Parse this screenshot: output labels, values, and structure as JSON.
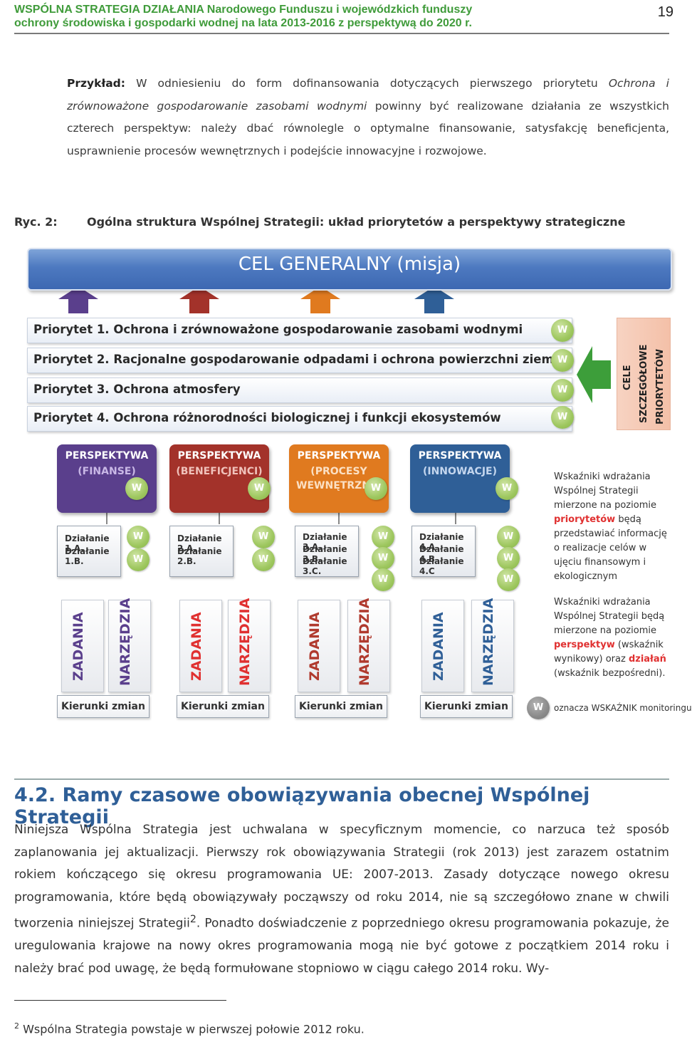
{
  "header": {
    "line1": "WSPÓLNA STRATEGIA DZIAŁANIA Narodowego Funduszu i wojewódzkich funduszy",
    "line2": "ochrony środowiska i gospodarki wodnej na lata 2013-2016 z perspektywą do 2020 r.",
    "page_number": "19"
  },
  "example": {
    "label": "Przykład:",
    "text1": " W odniesieniu do form dofinansowania dotyczących pierwszego priorytetu ",
    "italic": "Ochrona i zrównoważone gospodarowanie zasobami wodnymi",
    "text2": " powinny być realizowane działania ze wszystkich czterech perspektyw: należy dbać równolegle o optymalne finansowanie, satysfakcję beneficjenta, usprawnienie procesów wewnętrznych i podejście innowacyjne i rozwojowe."
  },
  "figure": {
    "label": "Ryc. 2:",
    "caption": "Ogólna struktura Wspólnej Strategii: układ priorytetów a perspektywy strategiczne",
    "goal": "CEL GENERALNY (misja)",
    "w": "W",
    "priorities": [
      "Priorytet 1. Ochrona i zrównoważone gospodarowanie zasobami wodnymi",
      "Priorytet 2. Racjonalne gospodarowanie odpadami i ochrona powierzchni ziemi",
      "Priorytet 3. Ochrona atmosfery",
      "Priorytet 4. Ochrona różnorodności biologicznej i funkcji ekosystemów"
    ],
    "cele": [
      "CELE",
      "SZCZEGÓŁOWE",
      "PRIORYTETÓW"
    ],
    "perspectives": [
      {
        "title": "PERSPEKTYWA",
        "sub": "(FINANSE)",
        "sub2": "",
        "color": "#5a3f8c",
        "sub_color": "#c9b8e6",
        "actions": [
          "Działanie 1.A.",
          "Działanie 1.B."
        ]
      },
      {
        "title": "PERSPEKTYWA",
        "sub": "(BENEFICJENCI)",
        "sub2": "",
        "color": "#a3322a",
        "sub_color": "#f0c2bb",
        "actions": [
          "Działanie 2.A.",
          "Działanie 2.B."
        ]
      },
      {
        "title": "PERSPEKTYWA",
        "sub": "(PROCESY",
        "sub2": "WEWNĘTRZNE)",
        "color": "#e07a1f",
        "sub_color": "#fbe0c4",
        "actions": [
          "Działanie 3.A.",
          "Działanie 3.B.",
          "Działanie 3.C."
        ]
      },
      {
        "title": "PERSPEKTYWA",
        "sub": "(INNOWACJE)",
        "sub2": "",
        "color": "#2f5f97",
        "sub_color": "#c4d6ee",
        "actions": [
          "Działanie 4.A",
          "Działanie 4.B",
          "Działanie 4.C"
        ]
      }
    ],
    "columns": [
      "ZADANIA",
      "NARZĘDZIA"
    ],
    "kierunki": "Kierunki zmian",
    "note1": {
      "a": "Wskaźniki wdrażania Wspólnej Strategii mierzone na poziomie ",
      "red": "priorytetów",
      "b": " będą przedstawiać informację o realizacje celów w ujęciu finansowym i ekologicznym"
    },
    "note2": {
      "a": "Wskaźniki wdrażania Wspólnej Strategii będą mierzone na poziomie ",
      "red": "perspektyw",
      "b": " (wskaźnik wynikowy) oraz ",
      "red2": "działań",
      "c": " (wskaźnik bezpośredni)."
    },
    "legend": "oznacza WSKAŹNIK monitoringu"
  },
  "section": {
    "heading": "4.2. Ramy czasowe obowiązywania obecnej Wspólnej Strategii",
    "para_a": "Niniejsza Wspólna Strategia jest uchwalana w specyficznym momencie, co narzuca też sposób zaplanowania jej aktualizacji. Pierwszy rok obowiązywania Strategii (rok 2013) jest zarazem ostatnim rokiem kończącego się okresu programowania UE: 2007-2013. Zasady dotyczące nowego okresu programowania, które będą obowiązywały począwszy od roku 2014, nie są szczegółowo znane w chwili tworzenia niniejszej Strategii",
    "para_sup": "2",
    "para_b": ". Ponadto doświadczenie z poprzedniego okresu programowania pokazuje, że uregulowania krajowe na nowy okres programowania mogą nie być gotowe z początkiem 2014 roku i należy brać pod uwagę, że będą formułowane stopniowo w ciągu całego 2014 roku. Wy-"
  },
  "footnote": {
    "num": "2",
    "text": " Wspólna Strategia powstaje w pierwszej połowie 2012 roku."
  }
}
